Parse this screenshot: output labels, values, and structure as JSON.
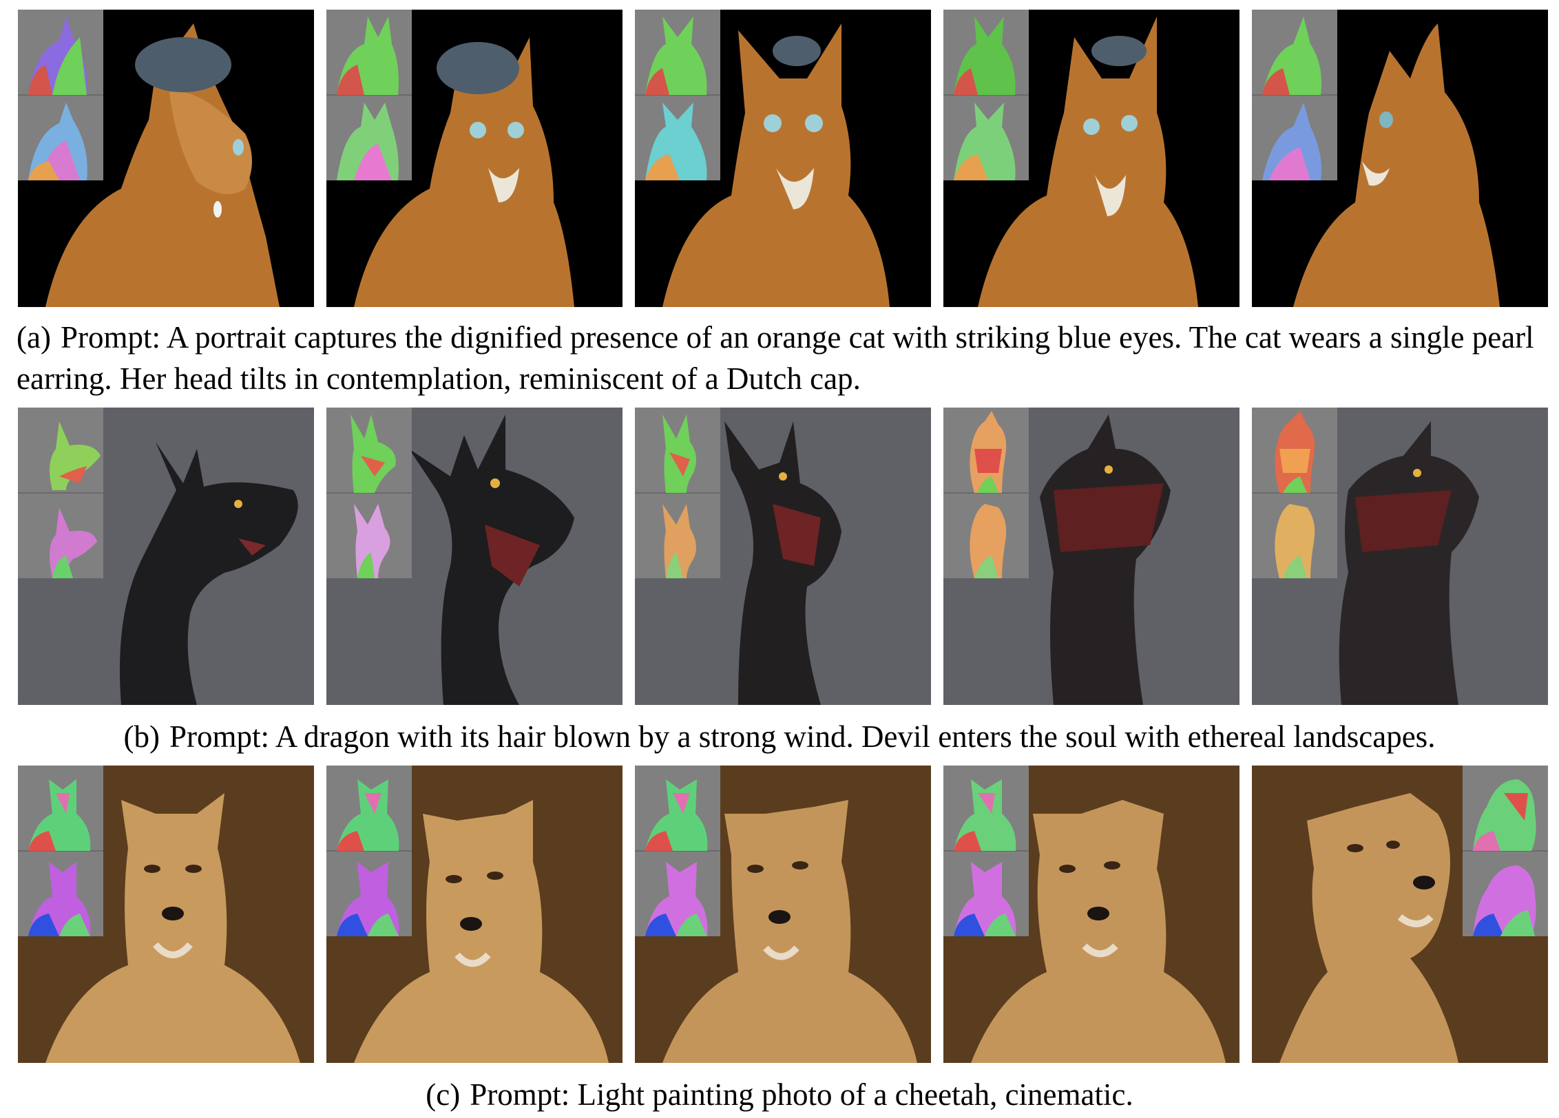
{
  "figure": {
    "rows": [
      {
        "id": "a",
        "tag": "(a)",
        "caption": "Prompt: A portrait captures the dignified presence of an orange cat with striking blue eyes. The cat wears a single pearl earring. Her head tilts in contemplation, reminiscent of a Dutch cap.",
        "subject": "orange cat",
        "background": "#000000",
        "views": 5
      },
      {
        "id": "b",
        "tag": "(b)",
        "caption": "Prompt: A dragon with its hair blown by a strong wind. Devil enters the soul with ethereal landscapes.",
        "subject": "black dragon",
        "background": "#5f6166",
        "views": 5
      },
      {
        "id": "c",
        "tag": "(c)",
        "caption": "Prompt: Light painting photo of a cheetah, cinematic.",
        "subject": "cheetah",
        "background": "#5a3d1e",
        "views": 5
      }
    ]
  }
}
